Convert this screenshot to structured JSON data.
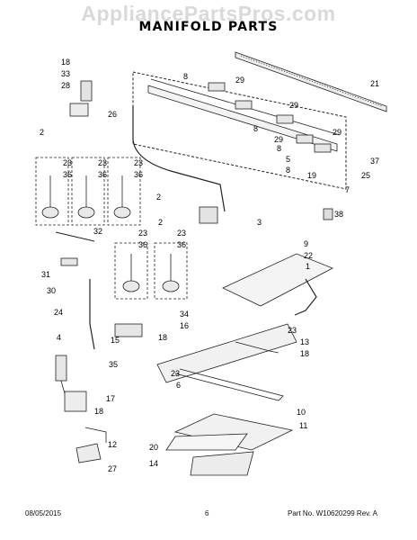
{
  "watermark": "AppliancePartsPros.com",
  "title": "MANIFOLD PARTS",
  "callouts": [
    "18",
    "33",
    "28",
    "26",
    "2",
    "23",
    "36",
    "23",
    "36",
    "23",
    "36",
    "2",
    "8",
    "29",
    "21",
    "29",
    "8",
    "29",
    "8",
    "5",
    "8",
    "29",
    "25",
    "37",
    "19",
    "7",
    "3",
    "38",
    "2",
    "23",
    "36",
    "23",
    "36",
    "32",
    "9",
    "22",
    "1",
    "31",
    "30",
    "24",
    "34",
    "16",
    "4",
    "15",
    "18",
    "35",
    "23",
    "13",
    "18",
    "23",
    "6",
    "10",
    "11",
    "18",
    "17",
    "12",
    "20",
    "14",
    "27"
  ],
  "footer": {
    "date": "08/05/2015",
    "page": "6",
    "part_no": "Part No.  W10620299  Rev. A"
  }
}
